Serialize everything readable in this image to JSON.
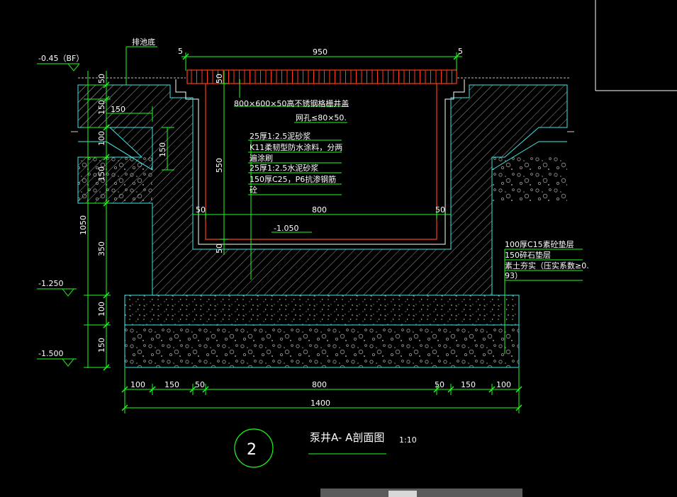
{
  "labels": {
    "drain_pool_bottom": "排池底",
    "level_top": "-0.45（BF）",
    "level_mid": "-1.250",
    "level_bottom": "-1.500",
    "level_inner": "-1.050",
    "grate": "800×600×50高不锈钢格栅井盖",
    "grate_hole": "网孔≤80×50.",
    "layer1": "25厚1:2.5泥砂浆",
    "layer2": "K11柔韧型防水涂料，分两",
    "layer3": "遍涂刷",
    "layer4": "25厚1:2.5水泥砂浆",
    "layer5": "150厚C25，P6抗渗钢筋",
    "layer6": "砼",
    "base1": "100厚C15素砼垫层",
    "base2": "150碎石垫层",
    "base3": "素土夯实（压实系数≥0.",
    "base4": "93）",
    "title": "泵井A- A剖面图",
    "scale": "1:10",
    "circle_no": "2"
  },
  "dims": {
    "top_5_left": "5",
    "top_950": "950",
    "top_5_right": "5",
    "inner_50_top": "50",
    "inner_550": "550",
    "inner_50_bottom": "50",
    "inner_50_left": "50",
    "inner_800": "800",
    "inner_50_right": "50",
    "slab_150": "150",
    "slab_150_v": "150",
    "left_50": "50",
    "left_150a": "150",
    "left_100": "100",
    "left_150b": "150",
    "left_1050": "1050",
    "left_350": "350",
    "left_100b": "100",
    "left_150c": "150",
    "bot_100a": "100",
    "bot_150a": "150",
    "bot_50a": "50",
    "bot_800": "800",
    "bot_50b": "50",
    "bot_150b": "150",
    "bot_100b": "100",
    "bot_1400": "1400"
  },
  "colors": {
    "line_green": "#1aff1a",
    "line_cyan": "#3ee6e6",
    "line_red": "#ff3a1a",
    "line_white": "#ffffff",
    "hatch_gray": "#9a9a9a",
    "background": "#000000"
  }
}
